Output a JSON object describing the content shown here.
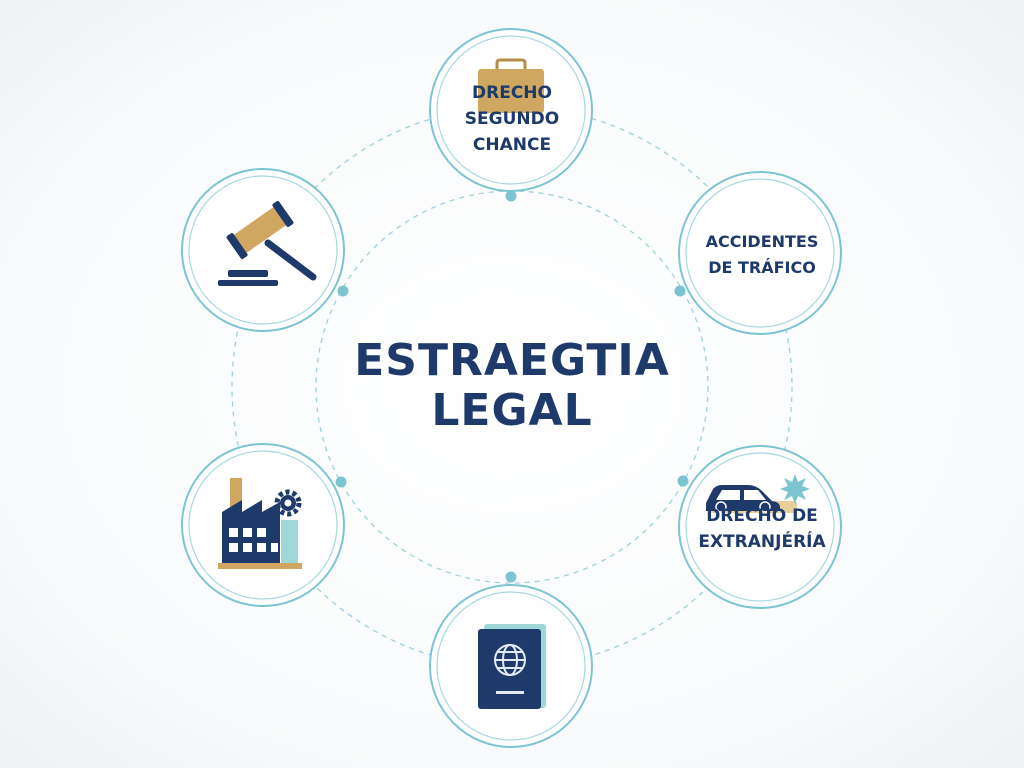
{
  "title": {
    "line1": "ESTRAEGTIA",
    "line2": "LEGAL"
  },
  "nodes": {
    "top": {
      "lines": [
        "DRECHO",
        "SEGUNDO",
        "CHANCE"
      ],
      "icon": "briefcase-icon"
    },
    "upper_right": {
      "lines": [
        "ACCIDENTES",
        "DE TRÁFICO"
      ]
    },
    "lower_right": {
      "lines": [
        "DRECHO DE",
        "EXTRANJÉRÍA"
      ],
      "icon": "car-crash-icon"
    },
    "bottom": {
      "icon": "passport-icon"
    },
    "lower_left": {
      "icon": "factory-icon"
    },
    "upper_left": {
      "icon": "gavel-icon"
    }
  },
  "colors": {
    "navy": "#1d3a6b",
    "gold": "#cfa760",
    "teal": "#5fb8c8",
    "teal_light": "#9cd3dd",
    "mint": "#9fd6d8"
  }
}
